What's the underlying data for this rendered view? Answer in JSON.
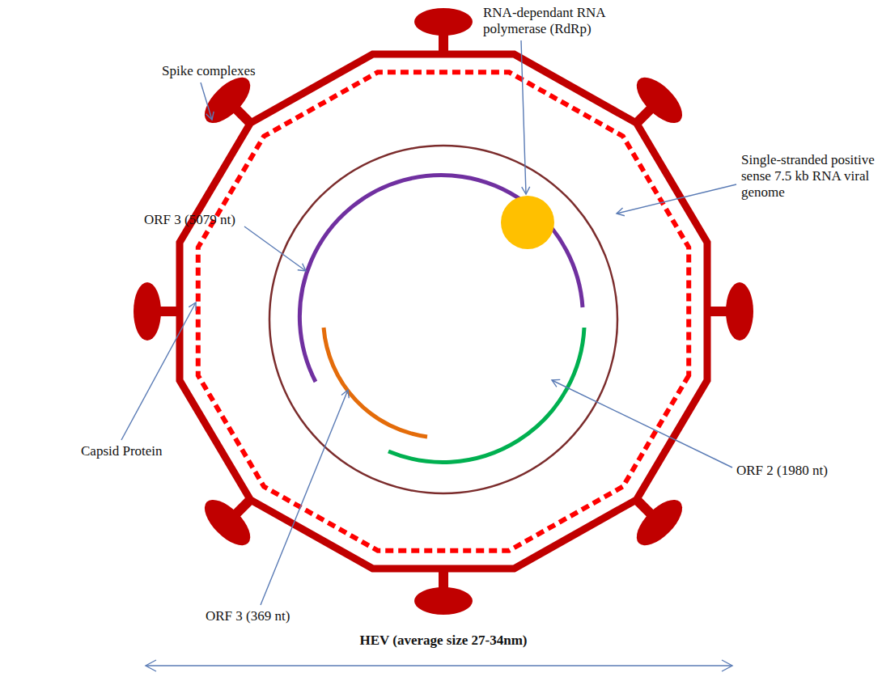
{
  "diagram": {
    "caption": "HEV (average size 27-34nm)",
    "labels": [
      "Spike complexes",
      "RNA-dependant RNA polymerase (RdRp)",
      "ORF 3 (5079 nt)",
      "Single-stranded positive sense 7.5 kb RNA viral genome",
      "Capsid Protein",
      "ORF 2 (1980 nt)",
      "ORF 3 (369 nt)"
    ]
  }
}
